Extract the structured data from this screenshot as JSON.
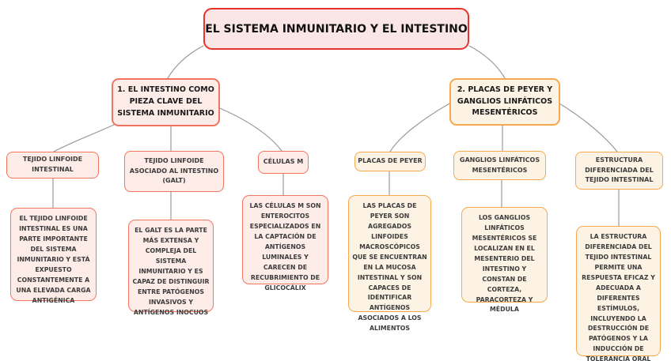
{
  "title": "EL SISTEMA INMUNITARIO Y EL INTESTINO",
  "colors": {
    "title_border": "#e5342b",
    "title_bg": "#fbe6e6",
    "branch1_border": "#f3745e",
    "branch1_bg": "#fdece8",
    "branch2_border": "#f6a84e",
    "bran2_bg_note": "",
    "branch2_bg": "#fdf3e4",
    "connector": "#9a9a9a"
  },
  "branches": [
    {
      "label": "1. EL INTESTINO COMO PIEZA CLAVE DEL SISTEMA INMUNITARIO",
      "children": [
        {
          "label": "TEJIDO LINFOIDE INTESTINAL",
          "detail": "EL TEJIDO LINFOIDE INTESTINAL ES UNA PARTE IMPORTANTE DEL SISTEMA INMUNITARIO Y ESTÁ EXPUESTO CONSTANTEMENTE A UNA ELEVADA CARGA ANTIGÉNICA"
        },
        {
          "label": "TEJIDO LINFOIDE ASOCIADO AL INTESTINO (GALT)",
          "detail": "EL GALT ES LA PARTE MÁS EXTENSA Y COMPLEJA DEL SISTEMA INMUNITARIO Y ES CAPAZ DE DISTINGUIR ENTRE PATÓGENOS INVASIVOS Y ANTÍGENOS INOCUOS"
        },
        {
          "label": "CÉLULAS M",
          "detail": "LAS CÉLULAS M SON ENTEROCITOS ESPECIALIZADOS EN LA CAPTACIÓN DE ANTÍGENOS LUMINALES Y CARECEN DE RECUBRIMIENTO DE GLICOCÁLIX"
        }
      ]
    },
    {
      "label": "2. PLACAS DE PEYER Y GANGLIOS LINFÁTICOS MESENTÉRICOS",
      "children": [
        {
          "label": "PLACAS DE PEYER",
          "detail": "LAS PLACAS DE PEYER SON AGREGADOS LINFOIDES MACROSCÓPICOS QUE SE ENCUENTRAN EN LA MUCOSA INTESTINAL Y SON CAPACES DE IDENTIFICAR ANTÍGENOS ASOCIADOS A LOS ALIMENTOS"
        },
        {
          "label": "GANGLIOS LINFÁTICOS MESENTÉRICOS",
          "detail": "LOS GANGLIOS LINFÁTICOS MESENTÉRICOS SE LOCALIZAN EN EL MESENTERIO DEL INTESTINO Y CONSTAN DE CORTEZA, PARACORTEZA Y MÉDULA"
        },
        {
          "label": "ESTRUCTURA DIFERENCIADA DEL TEJIDO INTESTINAL",
          "detail": "LA ESTRUCTURA DIFERENCIADA DEL TEJIDO INTESTINAL PERMITE UNA RESPUESTA EFICAZ Y ADECUADA A DIFERENTES ESTÍMULOS, INCLUYENDO LA DESTRUCCIÓN DE PATÓGENOS Y LA INDUCCIÓN DE TOLERANCIA ORAL"
        }
      ]
    }
  ]
}
